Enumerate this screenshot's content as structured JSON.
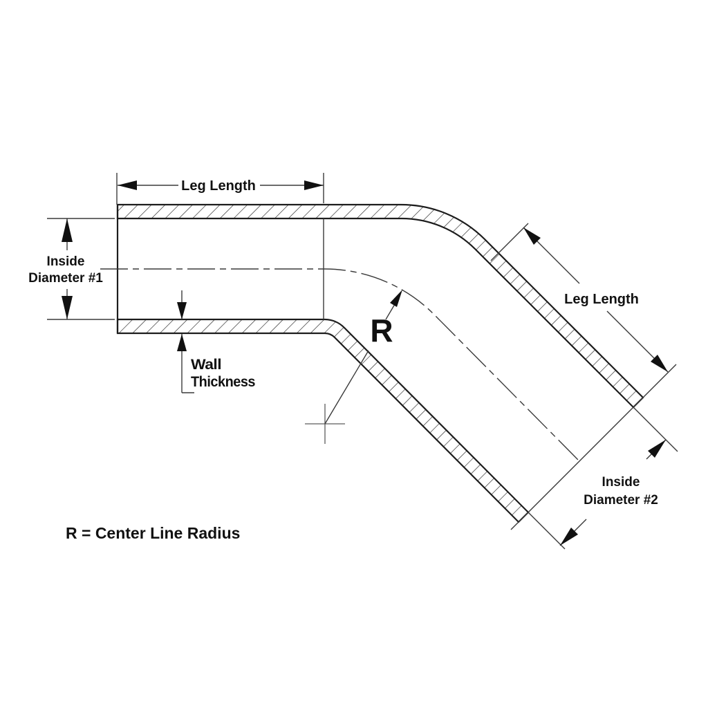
{
  "diagram": {
    "labels": {
      "leg_length_top": "Leg Length",
      "leg_length_diagonal": "Leg Length",
      "inside_diameter_1": {
        "line1": "Inside",
        "line2": "Diameter #1"
      },
      "inside_diameter_2": {
        "line1": "Inside",
        "line2": "Diameter #2"
      },
      "wall_thickness": {
        "line1": "Wall",
        "line2": "Thickness"
      },
      "radius_symbol": "R",
      "radius_legend": "R = Center Line Radius"
    },
    "colors": {
      "background": "#ffffff",
      "line": "#1c1c1c",
      "dim_line": "#3a3a3a"
    }
  }
}
